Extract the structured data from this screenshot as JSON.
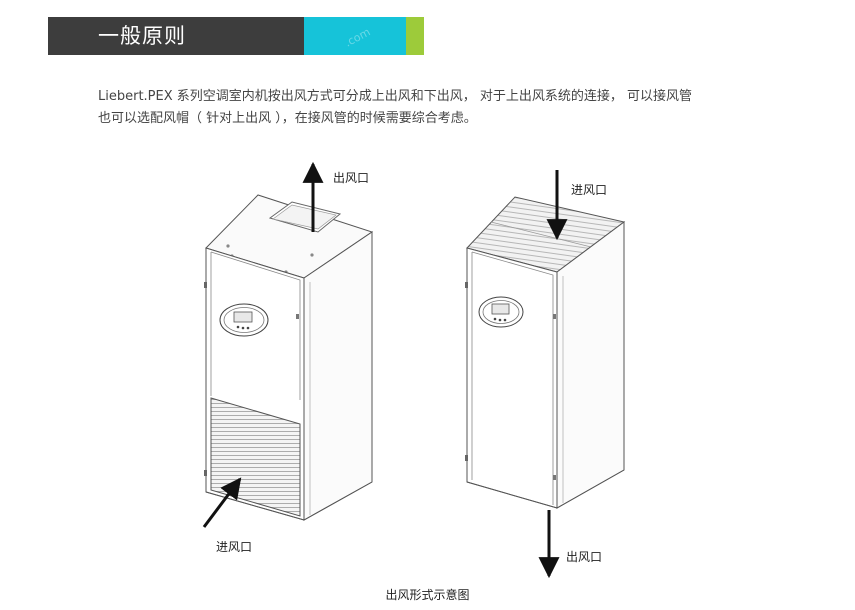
{
  "header": {
    "title": "一般原则",
    "watermark": ".com",
    "colors": {
      "dark": "#3d3d3d",
      "accent_cyan": "#16c3d9",
      "accent_green": "#9dcb3a"
    }
  },
  "intro": {
    "line1": "Liebert.PEX 系列空调室内机按出风方式可分成上出风和下出风， 对于上出风系统的连接， 可以接风管",
    "line2": "也可以选配风帽（ 针对上出风 ），在接风管的时候需要综合考虑。"
  },
  "figure": {
    "left_unit": {
      "outlet_label": "出风口",
      "inlet_label": "进风口"
    },
    "right_unit": {
      "inlet_label": "进风口",
      "outlet_label": "出风口"
    },
    "caption": "出风形式示意图"
  }
}
